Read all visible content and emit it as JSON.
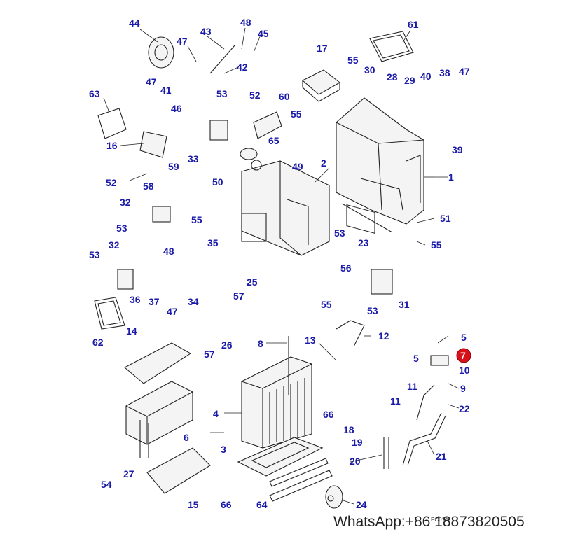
{
  "diagram": {
    "drawing_code": "PC014...",
    "highlighted_callout": "7",
    "callouts": [
      "1",
      "2",
      "3",
      "4",
      "5",
      "5",
      "6",
      "7",
      "8",
      "9",
      "10",
      "11",
      "11",
      "12",
      "13",
      "14",
      "15",
      "16",
      "17",
      "18",
      "19",
      "20",
      "21",
      "22",
      "23",
      "24",
      "25",
      "26",
      "27",
      "28",
      "29",
      "30",
      "31",
      "32",
      "32",
      "33",
      "34",
      "35",
      "36",
      "37",
      "38",
      "39",
      "40",
      "41",
      "42",
      "43",
      "44",
      "45",
      "46",
      "47",
      "47",
      "47",
      "47",
      "48",
      "48",
      "49",
      "50",
      "51",
      "52",
      "52",
      "53",
      "53",
      "53",
      "53",
      "54",
      "55",
      "55",
      "55",
      "55",
      "55",
      "56",
      "57",
      "57",
      "58",
      "59",
      "60",
      "61",
      "62",
      "63",
      "64",
      "65",
      "66",
      "66"
    ]
  },
  "watermark": {
    "text": "WhatsApp:+86 18873820505"
  },
  "colors": {
    "callout": "#1a1aa8",
    "highlight": "#d8101a",
    "line": "#222222"
  }
}
